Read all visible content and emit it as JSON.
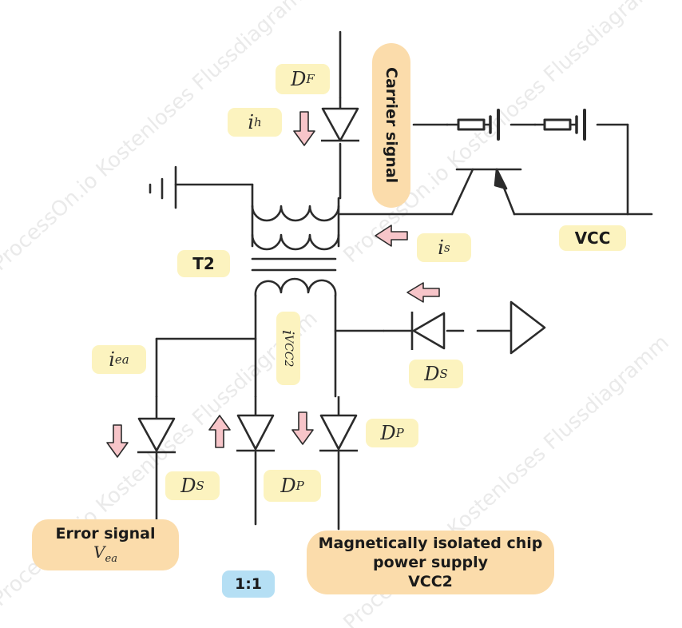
{
  "labels": {
    "d_f": {
      "main": "D",
      "sub": "F"
    },
    "i_h": {
      "main": "i",
      "sub": "h"
    },
    "i_s": {
      "main": "i",
      "sub": "s"
    },
    "i_vcc2": {
      "main": "i",
      "sub": "VCC2"
    },
    "i_ea": {
      "main": "i",
      "sub": "ea"
    },
    "d_s_right": {
      "main": "D",
      "sub": "S"
    },
    "d_s_left": {
      "main": "D",
      "sub": "S"
    },
    "d_p_mid": {
      "main": "D",
      "sub": "P"
    },
    "d_p_right": {
      "main": "D",
      "sub": "P"
    },
    "t2": "T2",
    "vcc": "VCC",
    "ratio": "1:1",
    "carrier_signal": "Carrier signal",
    "error_signal": {
      "line1": "Error signal",
      "math_main": "V",
      "math_sub": "ea"
    },
    "chip_power": {
      "line1": "Magnetically isolated chip",
      "line2": "power supply",
      "line3": "VCC2"
    }
  },
  "watermark": "ProcessOn.io Kostenloses Flussdiagramm",
  "colors": {
    "wire": "#2b2b2b",
    "arrow_fill": "#f7c5c9",
    "label_yellow": "#fcf3bf",
    "label_orange": "#fbdcab",
    "label_blue": "#b5dff4"
  }
}
